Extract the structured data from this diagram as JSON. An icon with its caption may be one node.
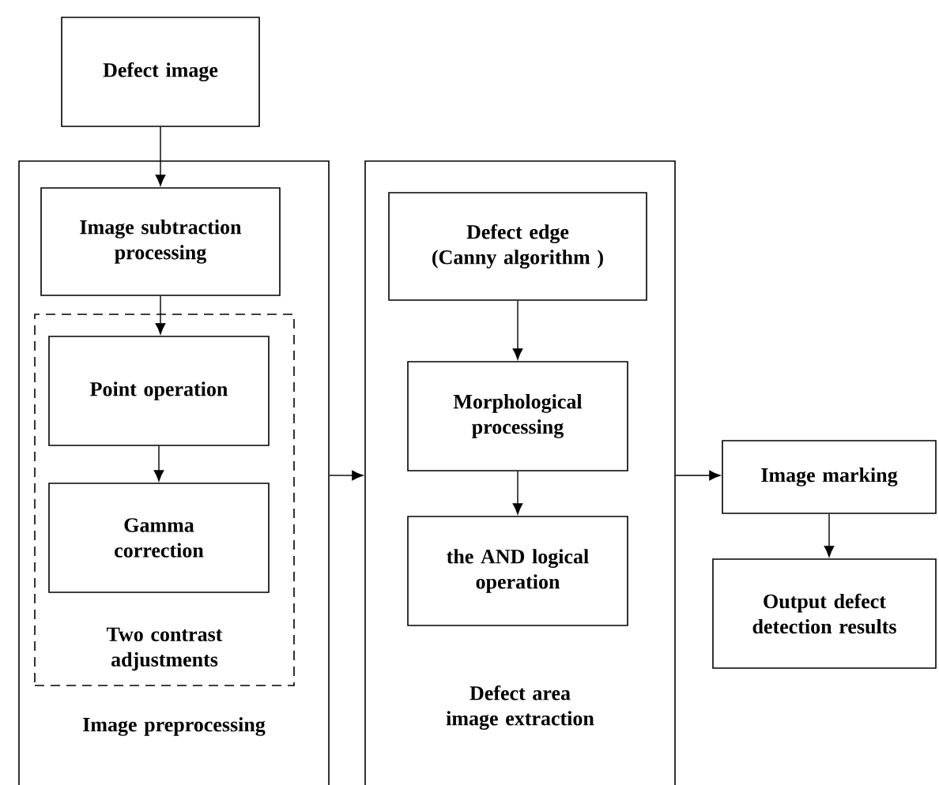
{
  "diagram": {
    "nodes": [
      {
        "text": [
          "Defect image"
        ]
      },
      {
        "text": [
          "Image preprocessing"
        ]
      },
      {
        "text": [
          "Image subtraction processing"
        ],
        "in": 1
      },
      {
        "text": [
          "Two contrast adjustments"
        ],
        "in": 1
      },
      {
        "text": [
          "Point operation"
        ],
        "in": 3
      },
      {
        "text": [
          "Gamma correction"
        ],
        "in": 3
      },
      {
        "text": [
          "Defect area image extraction"
        ]
      },
      {
        "text": [
          "Defect edge (Canny algorithm )"
        ],
        "in": 6
      },
      {
        "text": [
          "Morphological processing"
        ],
        "in": 6
      },
      {
        "text": [
          "the AND logical operation"
        ],
        "in": 6
      },
      {
        "text": [
          "Image marking"
        ]
      },
      {
        "text": [
          "Output defect detection results"
        ]
      }
    ],
    "edges": [
      {
        "from": 0,
        "to": 2,
        "arrow": "to"
      },
      {
        "from": 2,
        "to": 4,
        "arrow": "to"
      },
      {
        "from": 4,
        "to": 5,
        "arrow": "to"
      },
      {
        "from": 1,
        "to": 6,
        "arrow": "to"
      },
      {
        "from": 7,
        "to": 8,
        "arrow": "to"
      },
      {
        "from": 8,
        "to": 9,
        "arrow": "to"
      },
      {
        "from": 6,
        "to": 10,
        "arrow": "to"
      },
      {
        "from": 10,
        "to": 11,
        "arrow": "to"
      }
    ]
  }
}
